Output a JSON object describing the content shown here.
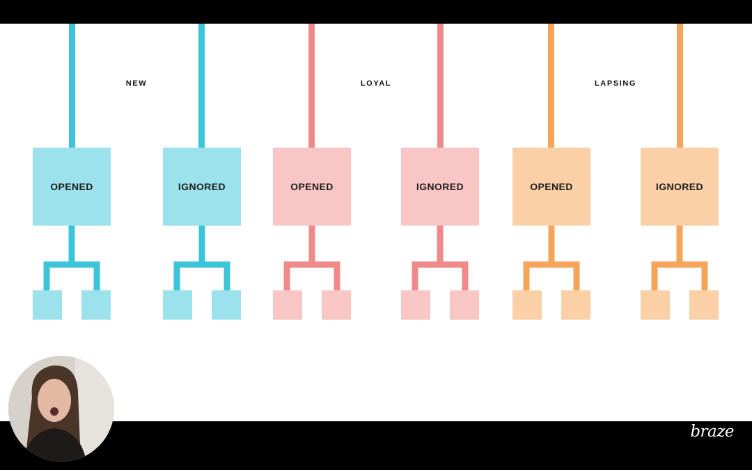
{
  "groups": [
    {
      "label": "NEW",
      "colors": {
        "line": "#3cc4d8",
        "fill": "#9be2ec"
      },
      "nodes": [
        {
          "label": "OPENED"
        },
        {
          "label": "IGNORED"
        }
      ]
    },
    {
      "label": "LOYAL",
      "colors": {
        "line": "#f08a8a",
        "fill": "#f9c6c6"
      },
      "nodes": [
        {
          "label": "OPENED"
        },
        {
          "label": "IGNORED"
        }
      ]
    },
    {
      "label": "LAPSING",
      "colors": {
        "line": "#f5a45a",
        "fill": "#fcd0a6"
      },
      "nodes": [
        {
          "label": "OPENED"
        },
        {
          "label": "IGNORED"
        }
      ]
    }
  ],
  "branching": {
    "children_per_node": 2
  },
  "presenter": {
    "icon": "presenter-webcam"
  },
  "brand": {
    "logo": "braze"
  }
}
